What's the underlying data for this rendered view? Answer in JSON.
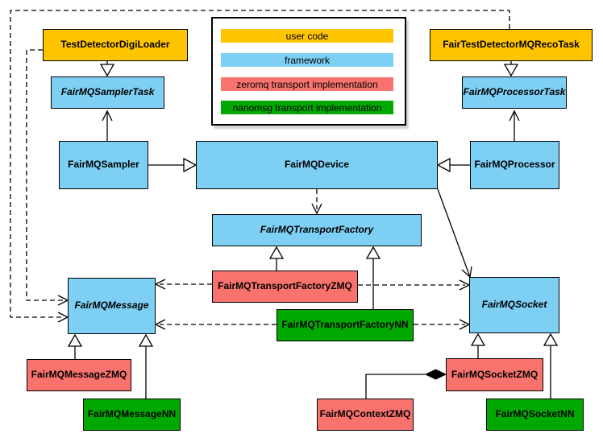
{
  "legend": {
    "items": [
      {
        "label": "user code",
        "color": "#FFC400"
      },
      {
        "label": "framework",
        "color": "#7DCFF4"
      },
      {
        "label": "zeromq transport implementation",
        "color": "#F8736E"
      },
      {
        "label": "nanomsg transport implementation",
        "color": "#01A801"
      }
    ]
  },
  "colors": {
    "user_code": "#FFC400",
    "framework": "#7DCFF4",
    "zeromq": "#F8736E",
    "nanomsg": "#01A801",
    "line": "#000000",
    "background": "#ffffff"
  },
  "nodes": {
    "digiloader": {
      "label": "TestDetectorDigiLoader",
      "category": "user code",
      "abstract": false
    },
    "recotask": {
      "label": "FairTestDetectorMQRecoTask",
      "category": "user code",
      "abstract": false
    },
    "samplertask": {
      "label": "FairMQSamplerTask",
      "category": "framework",
      "abstract": true
    },
    "processortask": {
      "label": "FairMQProcessorTask",
      "category": "framework",
      "abstract": true
    },
    "sampler": {
      "label": "FairMQSampler",
      "category": "framework",
      "abstract": false
    },
    "device": {
      "label": "FairMQDevice",
      "category": "framework",
      "abstract": false
    },
    "processor": {
      "label": "FairMQProcessor",
      "category": "framework",
      "abstract": false
    },
    "transportfactory": {
      "label": "FairMQTransportFactory",
      "category": "framework",
      "abstract": true
    },
    "transportfactoryzmq": {
      "label": "FairMQTransportFactoryZMQ",
      "category": "zeromq",
      "abstract": false
    },
    "transportfactorynn": {
      "label": "FairMQTransportFactoryNN",
      "category": "nanomsg",
      "abstract": false
    },
    "message": {
      "label": "FairMQMessage",
      "category": "framework",
      "abstract": true
    },
    "socket": {
      "label": "FairMQSocket",
      "category": "framework",
      "abstract": true
    },
    "messagezmq": {
      "label": "FairMQMessageZMQ",
      "category": "zeromq",
      "abstract": false
    },
    "messagenn": {
      "label": "FairMQMessageNN",
      "category": "nanomsg",
      "abstract": false
    },
    "contextzmq": {
      "label": "FairMQContextZMQ",
      "category": "zeromq",
      "abstract": false
    },
    "socketzmq": {
      "label": "FairMQSocketZMQ",
      "category": "zeromq",
      "abstract": false
    },
    "socketnn": {
      "label": "FairMQSocketNN",
      "category": "nanomsg",
      "abstract": false
    }
  },
  "edges": [
    {
      "from": "TestDetectorDigiLoader",
      "to": "FairMQSamplerTask",
      "type": "inheritance"
    },
    {
      "from": "FairMQSampler",
      "to": "FairMQSamplerTask",
      "type": "association"
    },
    {
      "from": "FairMQSampler",
      "to": "FairMQDevice",
      "type": "inheritance"
    },
    {
      "from": "FairTestDetectorMQRecoTask",
      "to": "FairMQProcessorTask",
      "type": "inheritance"
    },
    {
      "from": "FairMQProcessor",
      "to": "FairMQProcessorTask",
      "type": "association"
    },
    {
      "from": "FairMQProcessor",
      "to": "FairMQDevice",
      "type": "inheritance"
    },
    {
      "from": "FairMQDevice",
      "to": "FairMQTransportFactory",
      "type": "dependency"
    },
    {
      "from": "FairMQDevice",
      "to": "FairMQSocket",
      "type": "association"
    },
    {
      "from": "FairMQTransportFactoryZMQ",
      "to": "FairMQTransportFactory",
      "type": "inheritance"
    },
    {
      "from": "FairMQTransportFactoryNN",
      "to": "FairMQTransportFactory",
      "type": "inheritance"
    },
    {
      "from": "FairMQTransportFactoryZMQ",
      "to": "FairMQMessage",
      "type": "dependency"
    },
    {
      "from": "FairMQTransportFactoryZMQ",
      "to": "FairMQSocket",
      "type": "dependency"
    },
    {
      "from": "FairMQTransportFactoryNN",
      "to": "FairMQMessage",
      "type": "dependency"
    },
    {
      "from": "FairMQTransportFactoryNN",
      "to": "FairMQSocket",
      "type": "dependency"
    },
    {
      "from": "TestDetectorDigiLoader",
      "to": "FairMQMessage",
      "type": "dependency"
    },
    {
      "from": "FairTestDetectorMQRecoTask",
      "to": "FairMQMessage",
      "type": "dependency"
    },
    {
      "from": "FairMQMessageZMQ",
      "to": "FairMQMessage",
      "type": "inheritance"
    },
    {
      "from": "FairMQMessageNN",
      "to": "FairMQMessage",
      "type": "inheritance"
    },
    {
      "from": "FairMQSocketZMQ",
      "to": "FairMQSocket",
      "type": "inheritance"
    },
    {
      "from": "FairMQSocketNN",
      "to": "FairMQSocket",
      "type": "inheritance"
    },
    {
      "from": "FairMQContextZMQ",
      "to": "FairMQSocketZMQ",
      "type": "composition"
    }
  ]
}
